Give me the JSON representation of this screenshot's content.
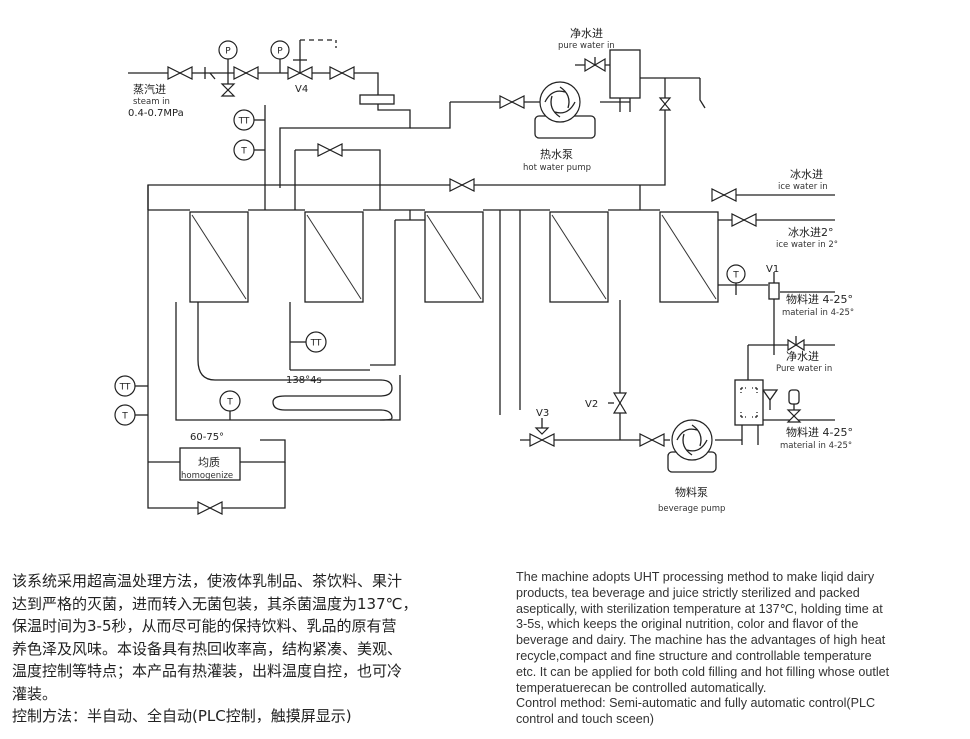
{
  "diagram": {
    "labels": {
      "steam_in_cn": "蒸汽进",
      "steam_in_en": "steam in",
      "steam_pressure": "0.4-0.7MPa",
      "v4": "V4",
      "pure_water_in_cn": "净水进",
      "pure_water_in_en": "pure water in",
      "hot_water_pump_cn": "热水泵",
      "hot_water_pump_en": "hot water pump",
      "ice_water_in_cn": "冰水进",
      "ice_water_in_en": "ice water in",
      "ice_water_in2_cn": "冰水进2°",
      "ice_water_in2_en": "ice water in  2°",
      "v1": "V1",
      "material_in1_cn": "物料进 4-25°",
      "material_in1_en": "material in 4-25°",
      "pure_water_in2_cn": "净水进",
      "pure_water_in2_en": "Pure water in",
      "material_in2_cn": "物料进 4-25°",
      "material_in2_en": "material in  4-25°",
      "beverage_pump_cn": "物料泵",
      "beverage_pump_en": "beverage pump",
      "v2": "V2",
      "v3": "V3",
      "hold_temp": "138°4s",
      "temp_range": "60-75°",
      "homogenize_cn": "均质",
      "homogenize_en": "homogenize"
    },
    "instruments": {
      "p": "P",
      "t": "T",
      "tt": "TT"
    }
  },
  "text_cn": [
    "该系统采用超高温处理方法，使液体乳制品、茶饮料、果汁",
    "达到严格的灭菌，进而转入无菌包装，其杀菌温度为137℃，",
    "保温时间为3-5秒，从而尽可能的保持饮料、乳品的原有营",
    "养色泽及风味。本设备具有热回收率高，结构紧凑、美观、",
    "温度控制等特点；本产品有热灌装，出料温度自控，也可冷",
    "灌装。",
    "控制方法：半自动、全自动(PLC控制，触摸屏显示)"
  ],
  "text_en": [
    "The machine adopts UHT processing method to make liqid dairy",
    "products, tea beverage and juice strictly sterilized and packed",
    "aseptically, with sterilization temperature at 137℃, holding time at",
    "3-5s, which keeps the original nutrition, color and flavor of the",
    "beverage and dairy. The machine has the advantages of high heat",
    " recycle,compact and fine structure and controllable temperature",
    "etc. It can be applied for both cold filling and hot filling whose outlet",
    "temperatuerecan be controlled automatically.",
    "Control method: Semi-automatic and fully automatic control(PLC",
    "control and touch sceen)"
  ]
}
